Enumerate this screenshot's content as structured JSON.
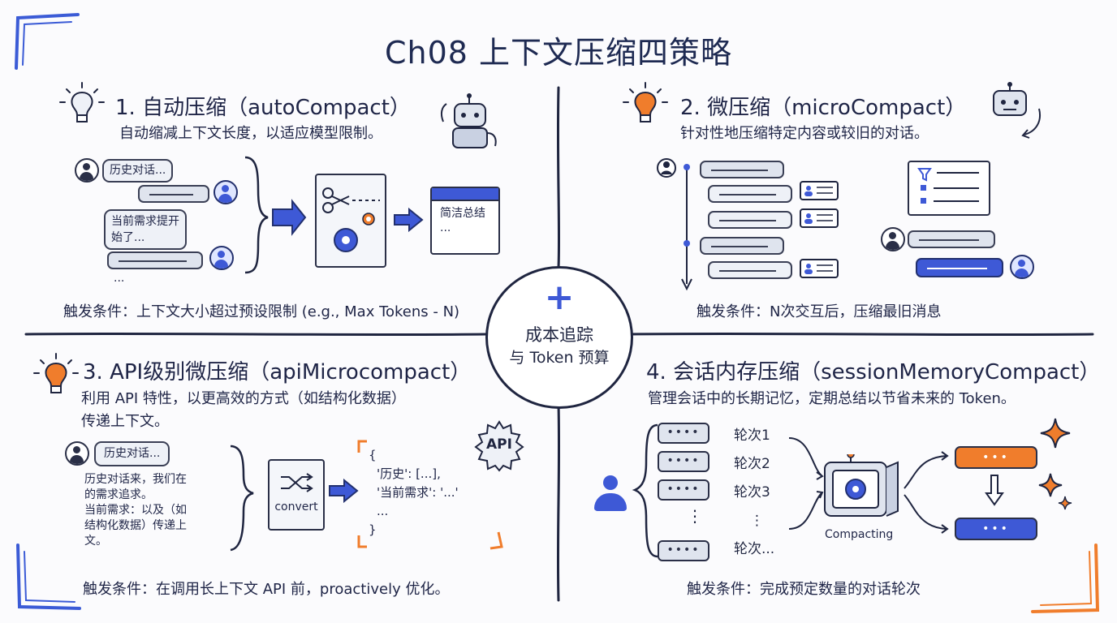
{
  "title": "Ch08 上下文压缩四策略",
  "center": {
    "plus": "+",
    "line1": "成本追踪",
    "line2": "与 Token 预算"
  },
  "q1": {
    "title": "1. 自动压缩（autoCompact）",
    "desc": "自动缩减上下文长度，以适应模型限制。",
    "bubble_history": "历史对话...",
    "bubble_current_line1": "当前需求提开",
    "bubble_current_line2": "始了...",
    "ellipsis": "...",
    "summary_line1": "简洁总结",
    "summary_line2": "...",
    "trigger": "触发条件：上下文大小超过预设限制 (e.g., Max Tokens - N)"
  },
  "q2": {
    "title": "2. 微压缩（microCompact）",
    "desc": "针对性地压缩特定内容或较旧的对话。",
    "trigger": "触发条件：N次交互后，压缩最旧消息"
  },
  "q3": {
    "title": "3. API级别微压缩（apiMicrocompact）",
    "desc_line1": "利用 API 特性，以更高效的方式（如结构化数据）",
    "desc_line2": "传递上下文。",
    "bubble_history": "历史对话...",
    "text_lines": [
      "历史对话来，我们在",
      "的需求追求。",
      "当前需求：以及（如",
      "结构化数据）传递上",
      "文。"
    ],
    "convert_label": "convert",
    "api_label": "API",
    "json_lines": [
      "{",
      "'历史': [...],",
      "'当前需求': '...'",
      "...",
      "}"
    ],
    "trigger": "触发条件：在调用长上下文 API 前，proactively 优化。"
  },
  "q4": {
    "title": "4. 会话内存压缩（sessionMemoryCompact）",
    "desc": "管理会话中的长期记忆，定期总结以节省未来的 Token。",
    "server_dots": "••••",
    "vertical_dots": "⋮",
    "rounds": [
      "轮次1",
      "轮次2",
      "轮次3",
      "⋮",
      "轮次..."
    ],
    "compacting_label": "Compacting",
    "bar_dots": "•••",
    "trigger": "触发条件：完成预定数量的对话轮次"
  },
  "colors": {
    "ink": "#1f2540",
    "blue": "#3e59d6",
    "orange": "#f07d2c",
    "frame_blue": "#3b5bd6",
    "frame_orange": "#f07d2c"
  },
  "icons": [
    "lightbulb-icon",
    "robot-icon",
    "scissors-icon",
    "gear-icon",
    "funnel-icon",
    "shuffle-icon",
    "api-gear-icon",
    "sparkle-icon",
    "user-icon",
    "document-icon",
    "checklist-icon",
    "plus-icon"
  ]
}
